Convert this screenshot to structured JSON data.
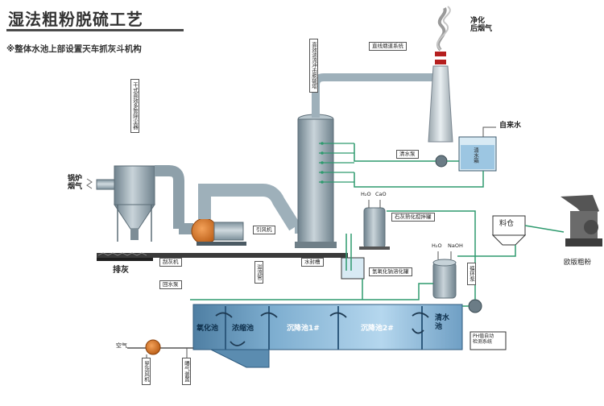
{
  "title": "湿法粗粉脱硫工艺",
  "subtitle": "※整体水池上部设置天车抓灰斗机构",
  "labels": {
    "boiler_flue_gas": "锅炉\n烟气",
    "dry_dust_collector": "干式高效多管除尘器",
    "ash_discharge": "排灰",
    "scraper": "刮灰机",
    "induced_fan": "引风机",
    "desulfurization_tower": "高效湍流冲击脱硫塔",
    "flue_duct": "直线烟道系统",
    "clean_flue_gas": "净化\n后烟气",
    "tap_water": "自来水",
    "clear_water_tank": "清水箱",
    "clear_water_pump": "清水泵",
    "lime_slurry_tank": "石灰熟化搅拌罐",
    "water_seal_tank": "水封槽",
    "caustic_tank": "氢氧化钠溶化罐",
    "feed_bin": "料仓",
    "euro_mill": "欧版粗粉",
    "return_pump": "回水泵",
    "overflow_pipe": "溢流管",
    "circulation_pump": "循环泵",
    "ph_control": "PH值自动\n检测系统",
    "air": "空气",
    "blower": "罗茨风机",
    "aeration": "曝气装置",
    "h2o_1": "H₂O",
    "cao": "CaO",
    "h2o_2": "H₂O",
    "naoh": "NaOH"
  },
  "pools": [
    {
      "label": "氧化池"
    },
    {
      "label": "浓缩池"
    },
    {
      "label": "沉降池1#"
    },
    {
      "label": "沉降池2#"
    },
    {
      "label": "清水\n池"
    }
  ],
  "colors": {
    "steel": "#8fa2ad",
    "pipe": "#9eb0ba",
    "pipe_green": "#2e9a6e",
    "pool_dark": "#5b8cb0",
    "pool_light": "#a9cde6",
    "fan_orange": "#d9741f"
  }
}
